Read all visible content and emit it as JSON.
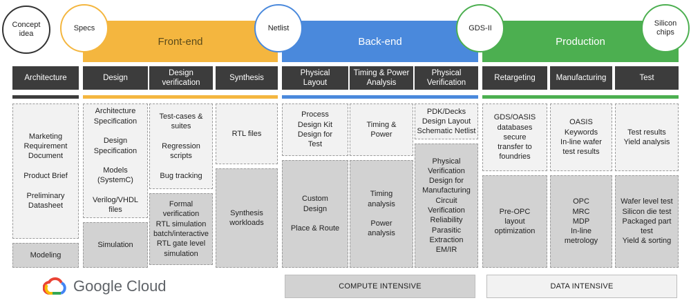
{
  "colors": {
    "frontend": "#f4b63f",
    "backend": "#4a89dc",
    "production": "#4caf50",
    "header": "#3c3c3c"
  },
  "milestones": {
    "concept": "Concept\nidea",
    "specs": "Specs",
    "netlist": "Netlist",
    "gds": "GDS-II",
    "silicon": "Silicon\nchips"
  },
  "phases": {
    "frontend": "Front-end",
    "backend": "Back-end",
    "production": "Production"
  },
  "columns": {
    "architecture": "Architecture",
    "design": "Design",
    "design_verification": "Design\nverification",
    "synthesis": "Synthesis",
    "physical_layout": "Physical\nLayout",
    "timing_power": "Timing & Power\nAnalysis",
    "physical_verification": "Physical\nVerification",
    "retargeting": "Retargeting",
    "manufacturing": "Manufacturing",
    "test": "Test"
  },
  "cells": {
    "architecture_top": "Marketing\nRequirement\nDocument\n\nProduct Brief\n\nPreliminary\nDatasheet",
    "architecture_bottom": "Modeling",
    "design_top": "Architecture\nSpecification\n\nDesign\nSpecification\n\nModels\n(SystemC)\n\nVerilog/VHDL\nfiles",
    "design_bottom": "Simulation",
    "dv_top": "Test-cases &\nsuites\n\nRegression\nscripts\n\nBug tracking",
    "dv_bottom": "Formal\nverification\nRTL simulation\nbatch/interactive\nRTL gate level\nsimulation",
    "synthesis_top": "RTL files",
    "synthesis_bottom": "Synthesis\nworkloads",
    "pl_top": "Process\nDesign Kit\nDesign for\nTest",
    "pl_bottom": "Custom\nDesign\n\nPlace & Route",
    "tp_top": "Timing &\nPower",
    "tp_bottom": "Timing\nanalysis\n\nPower\nanalysis",
    "pv_top": "PDK/Decks\nDesign Layout\nSchematic Netlist",
    "pv_bottom": "Physical\nVerification\nDesign for\nManufacturing\nCircuit\nVerification\nReliability\nParasitic\nExtraction\nEM/IR",
    "ret_top": "GDS/OASIS\ndatabases\nsecure\ntransfer to\nfoundries",
    "ret_bottom": "Pre-OPC\nlayout\noptimization",
    "mfg_top": "OASIS\nKeywords\nIn-line wafer\ntest results",
    "mfg_bottom": "OPC\nMRC\nMDP\nIn-line\nmetrology",
    "test_top": "Test results\nYield analysis",
    "test_bottom": "Wafer level test\nSilicon die test\nPackaged part\ntest\nYield & sorting"
  },
  "labels": {
    "compute": "COMPUTE INTENSIVE",
    "data": "DATA INTENSIVE"
  },
  "logo": {
    "text": "Google Cloud"
  }
}
